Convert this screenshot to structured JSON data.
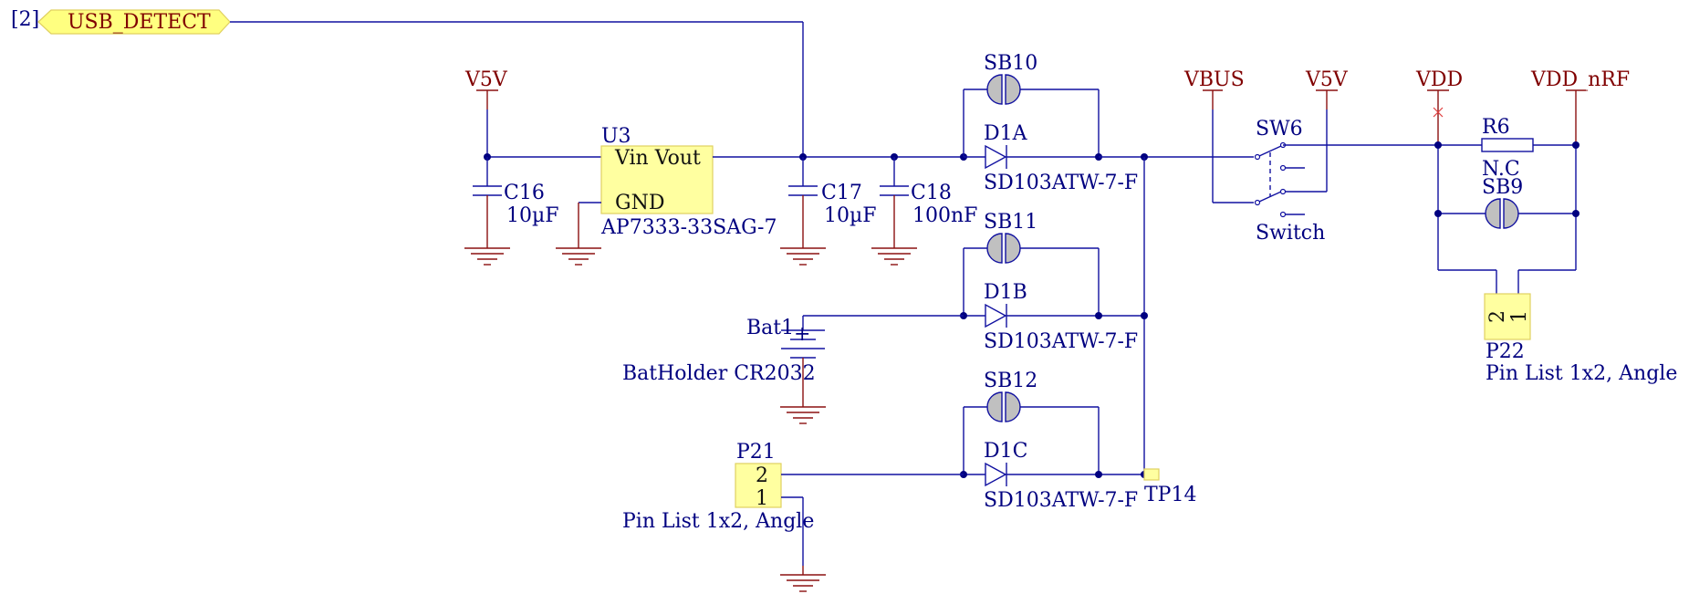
{
  "colors": {
    "wire": "#1010a0",
    "label": "#000080",
    "power": "#800000",
    "component_fill": "#ffffa0",
    "pad_fill": "#c0c0c0"
  },
  "port": {
    "sheet_ref": "[2]",
    "name": "USB_DETECT"
  },
  "power": {
    "v5v_left": "V5V",
    "vbus": "VBUS",
    "v5v_right": "V5V",
    "vdd": "VDD",
    "vdd_nrf": "VDD_nRF"
  },
  "regulator": {
    "ref": "U3",
    "pin_top": "Vin Vout",
    "pin_gnd": "GND",
    "value": "AP7333-33SAG-7"
  },
  "capacitors": [
    {
      "ref": "C16",
      "value": "10µF"
    },
    {
      "ref": "C17",
      "value": "10µF"
    },
    {
      "ref": "C18",
      "value": "100nF"
    }
  ],
  "solder_bridges": [
    "SB10",
    "SB11",
    "SB12",
    "SB9"
  ],
  "diodes": [
    {
      "ref": "D1A",
      "value": "SD103ATW-7-F"
    },
    {
      "ref": "D1B",
      "value": "SD103ATW-7-F"
    },
    {
      "ref": "D1C",
      "value": "SD103ATW-7-F"
    }
  ],
  "battery": {
    "ref": "Bat1",
    "plus": "+",
    "value": "BatHolder CR2032"
  },
  "connector_p21": {
    "ref": "P21",
    "pin_top": "2",
    "pin_bottom": "1",
    "value": "Pin List 1x2, Angle"
  },
  "testpoint": {
    "ref": "TP14"
  },
  "switch": {
    "ref": "SW6",
    "value": "Switch"
  },
  "resistor": {
    "ref": "R6",
    "value": "N.C"
  },
  "connector_p22": {
    "ref": "P22",
    "pin_a": "2",
    "pin_b": "1",
    "value": "Pin List 1x2, Angle"
  }
}
